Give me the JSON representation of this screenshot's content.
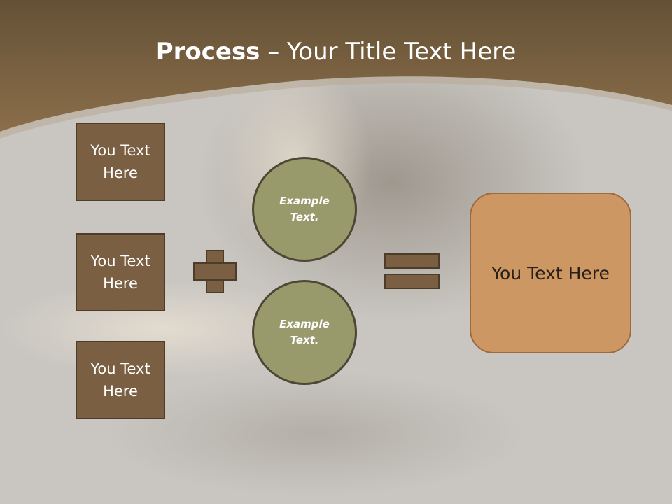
{
  "slide": {
    "title_bold": "Process",
    "title_rest": " – Your Title Text Here",
    "inputs": [
      {
        "label": "You Text Here"
      },
      {
        "label": "You Text Here"
      },
      {
        "label": "You Text Here"
      }
    ],
    "circles": [
      {
        "label": "Example Text."
      },
      {
        "label": "Example Text."
      }
    ],
    "result": {
      "label": "You Text Here"
    }
  },
  "colors": {
    "header_brown": "#7d6040",
    "box_fill": "#7a5f42",
    "circle_fill": "#989a6c",
    "result_fill": "#cc9763"
  }
}
